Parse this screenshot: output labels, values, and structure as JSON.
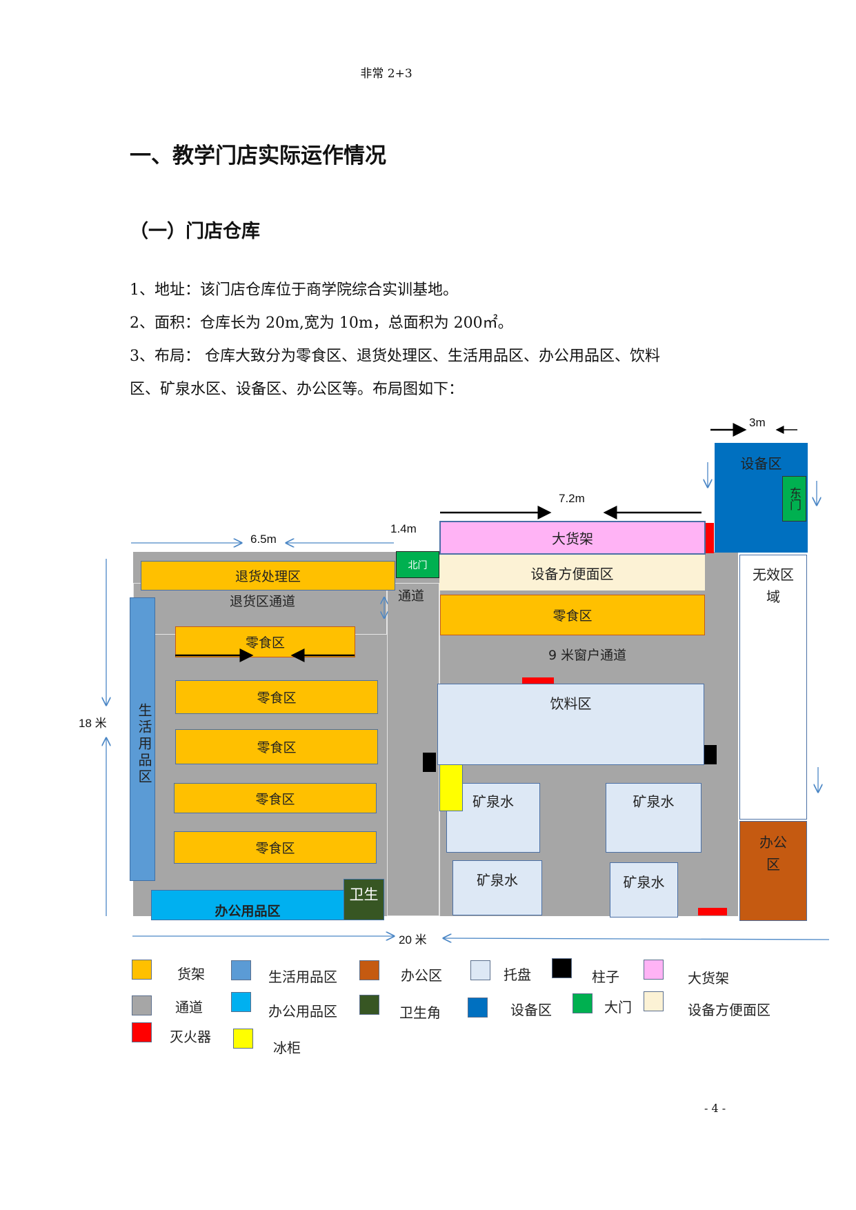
{
  "header": "非常 2+3",
  "title": "一、教学门店实际运作情况",
  "subtitle": "（一）门店仓库",
  "paragraphs": [
    "1、地址：该门店仓库位于商学院综合实训基地。",
    "2、面积：仓库长为 20m,宽为 10m，总面积为 200㎡。",
    "3、布局：   仓库大致分为零食区、退货处理区、生活用品区、办公用品区、饮料",
    "区、矿泉水区、设备区、办公区等。布局图如下："
  ],
  "plan": {
    "dims": {
      "top_right": "3m",
      "top_mid": "7.2m",
      "north": "1.4m",
      "left_top": "6.5m",
      "height": "18 米",
      "width": "20 米"
    },
    "zones": {
      "return_area": "退货处理区",
      "return_aisle": "退货区通道",
      "daily_goods": "生活用品区",
      "snack_top": "零食区",
      "snack_1": "零食区",
      "snack_2": "零食区",
      "snack_3": "零食区",
      "snack_4": "零食区",
      "office_supplies": "办公用品区",
      "toilet": "卫生",
      "north_door": "北门",
      "aisle": "通道",
      "big_shelf": "大货架",
      "equip_convenience": "设备方便面区",
      "snack_right": "零食区",
      "window_aisle": "9 米窗户通道",
      "drinks": "饮料区",
      "water_1": "矿泉水",
      "water_2": "矿泉水",
      "water_3": "矿泉水",
      "water_4": "矿泉水",
      "equipment": "设备区",
      "east_door": "东门",
      "invalid": "无效区域",
      "office": "办公区"
    },
    "colors": {
      "shelf": "#ffc000",
      "aisle": "#a6a6a6",
      "extinguisher": "#ff0000",
      "daily": "#5b9bd5",
      "office_supplies": "#00b0f0",
      "fridge": "#ffff00",
      "office": "#c55a11",
      "toilet": "#375623",
      "pallet": "#dde8f5",
      "equipment": "#0070c0",
      "pillar": "#000000",
      "door": "#00b050",
      "big_shelf": "#ffb3f5",
      "convenience": "#fcf2d5"
    }
  },
  "legend": [
    {
      "label": "货架",
      "color": "#ffc000"
    },
    {
      "label": "生活用品区",
      "color": "#5b9bd5"
    },
    {
      "label": "办公区",
      "color": "#c55a11"
    },
    {
      "label": "托盘",
      "color": "#dde8f5"
    },
    {
      "label": "柱子",
      "color": "#000000"
    },
    {
      "label": "大货架",
      "color": "#ffb3f5"
    },
    {
      "label": "通道",
      "color": "#a6a6a6"
    },
    {
      "label": "办公用品区",
      "color": "#00b0f0"
    },
    {
      "label": "卫生角",
      "color": "#375623"
    },
    {
      "label": "设备区",
      "color": "#0070c0"
    },
    {
      "label": "大门",
      "color": "#00b050"
    },
    {
      "label": "设备方便面区",
      "color": "#fcf2d5"
    },
    {
      "label": "灭火器",
      "color": "#ff0000"
    },
    {
      "label": "冰柜",
      "color": "#ffff00"
    }
  ],
  "page_number": "- 4 -"
}
